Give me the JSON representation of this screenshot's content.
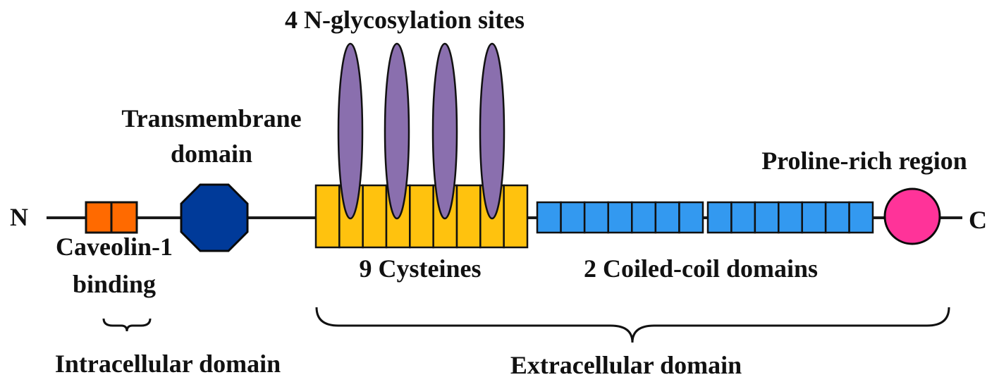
{
  "labels": {
    "n_terminus": "N",
    "c_terminus": "C",
    "glycosylation": "4 N-glycosylation sites",
    "transmembrane_line1": "Transmembrane",
    "transmembrane_line2": "domain",
    "proline": "Proline-rich region",
    "caveolin_line1": "Caveolin-1",
    "caveolin_line2": "binding",
    "cysteines": "9 Cysteines",
    "coiled_coil": "2 Coiled-coil domains",
    "intracellular": "Intracellular domain",
    "extracellular": "Extracellular domain"
  },
  "counts": {
    "caveolin_segments": 2,
    "cysteine_segments": 9,
    "glycosylation_sites": 4,
    "coiled_coil_domains": 2,
    "coil_segments_per_domain": 7
  },
  "colors": {
    "backbone": "#1a1a1a",
    "caveolin": "#ff6a00",
    "transmembrane": "#003a99",
    "cysteine": "#ffc20e",
    "glycosylation": "#8a6fae",
    "coiled_coil": "#3399f0",
    "proline": "#ff3399"
  }
}
